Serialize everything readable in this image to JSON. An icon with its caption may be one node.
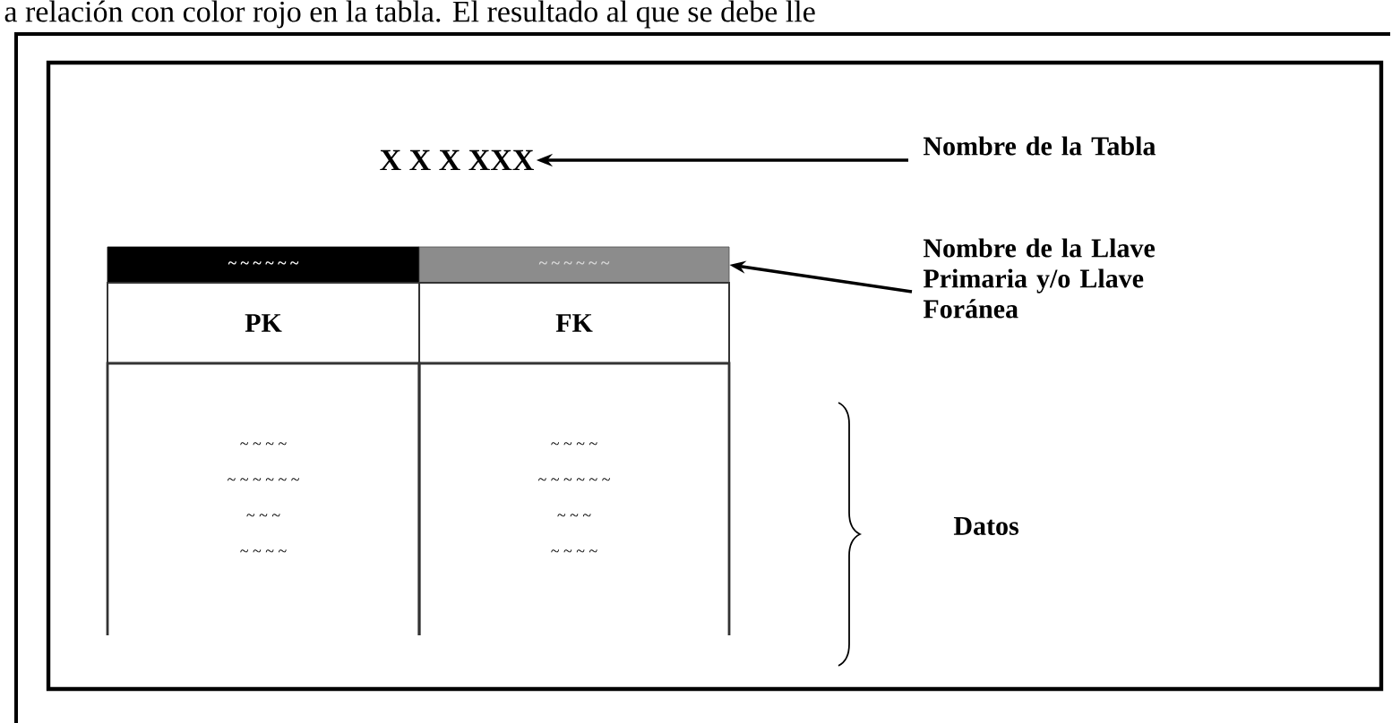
{
  "diagram": {
    "nodes": [
      {
        "text": [
          "X X X XXX"
        ]
      },
      {
        "text": [
          "~ ~ ~ ~ ~ ~"
        ]
      },
      {
        "text": [
          "~ ~ ~ ~ ~ ~"
        ]
      },
      {
        "text": [
          "PK"
        ]
      },
      {
        "text": [
          "FK"
        ]
      },
      {
        "text": [
          "~ ~ ~ ~",
          "~ ~ ~ ~ ~ ~",
          "~ ~ ~",
          "~ ~ ~ ~"
        ]
      },
      {
        "text": [
          "~ ~ ~ ~",
          "~ ~ ~ ~ ~ ~",
          "~ ~ ~",
          "~ ~ ~ ~"
        ]
      },
      {
        "text": [
          "Nombre de la Tabla"
        ]
      },
      {
        "text": [
          "Nombre de la Llave Primaria y/o Llave Foránea"
        ]
      }
    ],
    "edges": [
      {
        "from": 7,
        "to": 0,
        "arrow": "to"
      },
      {
        "from": 8,
        "to": 2,
        "arrow": "to"
      }
    ],
    "labels": [
      "a relación con color rojo en la tabla. El resultado al que se debe lle",
      "Datos"
    ]
  }
}
